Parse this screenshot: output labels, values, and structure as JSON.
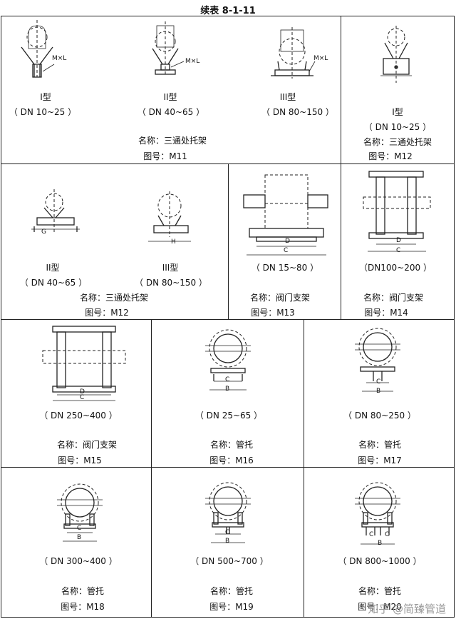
{
  "title": "续表 8-1-11",
  "labels": {
    "name_prefix": "名称：",
    "code_prefix": "图号："
  },
  "cells": {
    "r1_type1": {
      "type": "I型",
      "dn": "（ DN 10~25 ）"
    },
    "r1_type2": {
      "type": "II型",
      "dn": "（ DN 40~65 ）"
    },
    "r1_type3": {
      "type": "III型",
      "dn": "（ DN 80~150 ）"
    },
    "r1_left_name": "名称：三通处托架",
    "r1_left_code": "图号：M11",
    "r1_right_type": "I型",
    "r1_right_dn": "（ DN 10~25 ）",
    "r1_right_name": "名称：三通处托架",
    "r1_right_code": "图号：M12",
    "r2_type2": {
      "type": "II型",
      "dn": "（ DN 40~65 ）"
    },
    "r2_type3": {
      "type": "III型",
      "dn": "（ DN 80~150 ）"
    },
    "r2_left_name": "名称：三通处托架",
    "r2_left_code": "图号：M12",
    "r2_m13_dn": "（ DN 15~80 ）",
    "r2_m13_name": "名称：阀门支架",
    "r2_m13_code": "图号：M13",
    "r2_m14_dn": "（DN100~200 ）",
    "r2_m14_name": "名称：阀门支架",
    "r2_m14_code": "图号：M14",
    "r3_m15_dn": "（ DN 250~400 ）",
    "r3_m15_name": "名称：阀门支架",
    "r3_m15_code": "图号：M15",
    "r3_m16_dn": "（ DN 25~65 ）",
    "r3_m16_name": "名称：管托",
    "r3_m16_code": "图号：M16",
    "r3_m17_dn": "（ DN 80~250 ）",
    "r3_m17_name": "名称：管托",
    "r3_m17_code": "图号：M17",
    "r4_m18_dn": "（ DN 300~400 ）",
    "r4_m18_name": "名称：管托",
    "r4_m18_code": "图号：M18",
    "r4_m19_dn": "（ DN 500~700 ）",
    "r4_m19_name": "名称：管托",
    "r4_m19_code": "图号：M19",
    "r4_m20_dn": "（ DN 800~1000 ）",
    "r4_m20_name": "名称：管托",
    "r4_m20_code": "图号：M20"
  },
  "dims": {
    "m_x_l": "M×L",
    "c": "C",
    "d": "D",
    "b": "B",
    "g": "G",
    "h": "H"
  },
  "watermark": "知乎 @简臻管道"
}
